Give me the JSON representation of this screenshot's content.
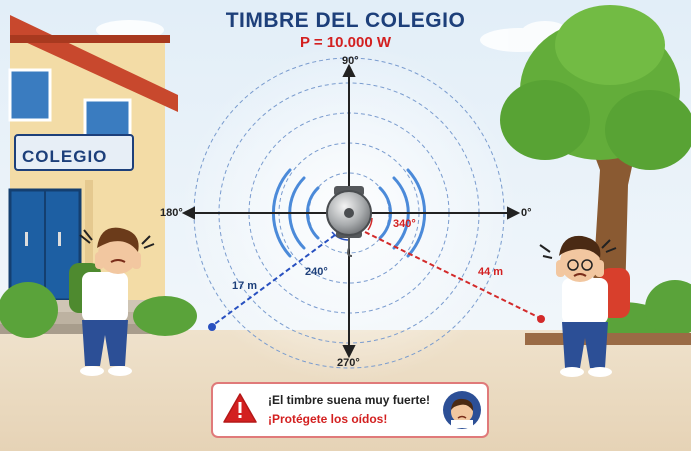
{
  "title": "TIMBRE DEL COLEGIO",
  "power": "P = 10.000 W",
  "school_sign": "COLEGIO",
  "angles": {
    "top": "90°",
    "bottom": "270°",
    "left": "180°",
    "right": "0°",
    "left_student": "240°",
    "right_student": "340°"
  },
  "distances": {
    "left_student": "17 m",
    "right_student": "44 m"
  },
  "warning": {
    "line1": "¡El timbre suena muy fuerte!",
    "line2": "¡Protégete los oídos!"
  },
  "colors": {
    "title": "#1d3f7a",
    "power": "#d32020",
    "left_line": "#2850c0",
    "right_line": "#d32a2a",
    "warning_accent": "#d32020"
  },
  "icons": [
    "bell-icon",
    "warning-icon",
    "student-avatar-icon"
  ]
}
